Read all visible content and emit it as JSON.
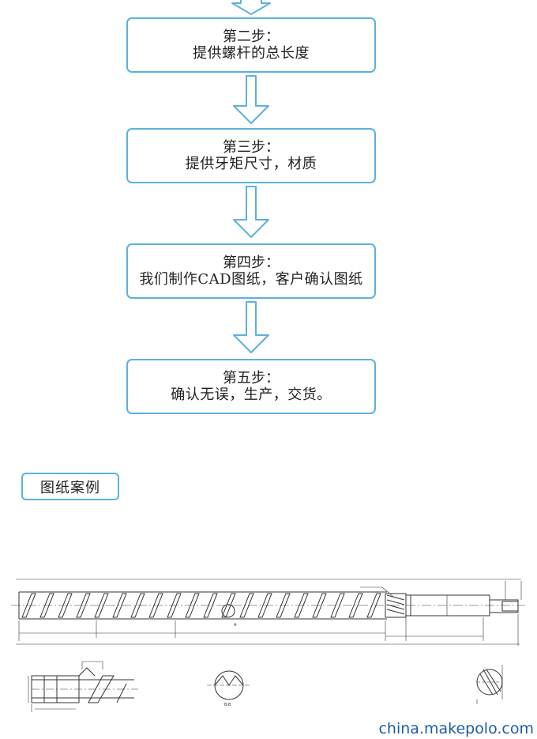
{
  "flow": {
    "steps": [
      {
        "title": "第二步：",
        "body": "提供螺杆的总长度"
      },
      {
        "title": "第三步：",
        "body": "提供牙矩尺寸，材质"
      },
      {
        "title": "第四步：",
        "body": "我们制作CAD图纸，客户确认图纸"
      },
      {
        "title": "第五步：",
        "body": "确认无误，生产，交货。"
      }
    ]
  },
  "section": {
    "title": "图纸案例"
  },
  "drawing": {
    "section_label_1": "A",
    "section_label_2": "B-B"
  },
  "watermark": "china.makepolo.com",
  "colors": {
    "accent": "#5eb0de",
    "line": "#333333"
  }
}
